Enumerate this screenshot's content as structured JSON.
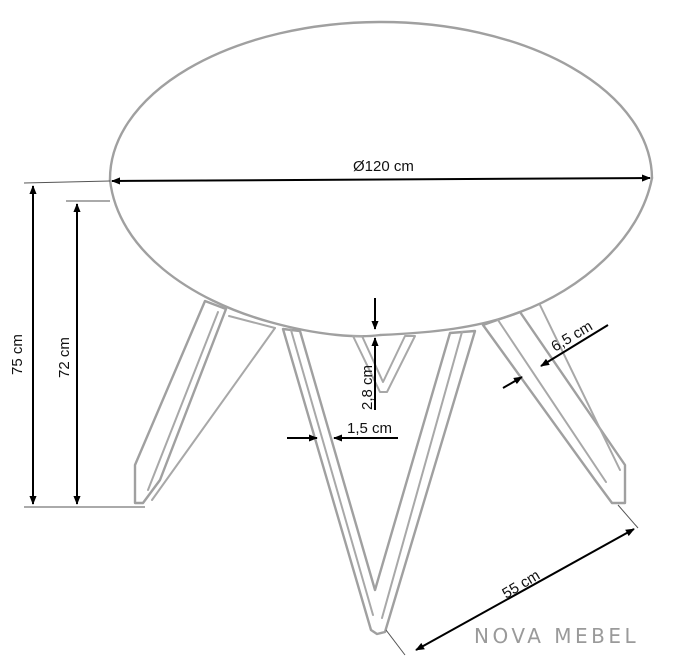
{
  "brand": "NOVA MEBEL",
  "dimensions": {
    "diameter": "Ø120 cm",
    "total_height": "75 cm",
    "leg_height": "72 cm",
    "top_thickness": "2,8 cm",
    "leg_width": "1,5 cm",
    "leg_depth": "6,5 cm",
    "leg_span": "55 cm"
  },
  "colors": {
    "outline": "#a0a0a0",
    "dimension": "#000000",
    "brand": "#9a9a9a"
  }
}
